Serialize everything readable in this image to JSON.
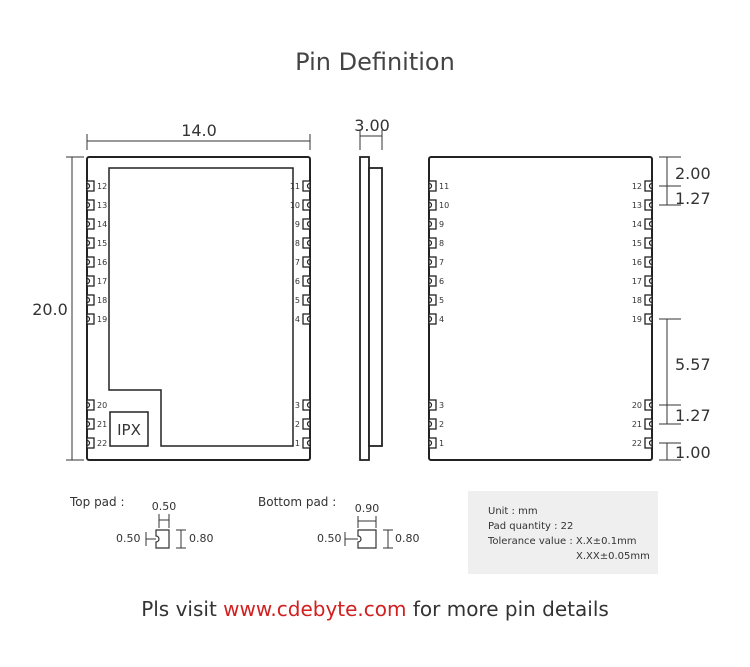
{
  "title": "Pin Definition",
  "dimensions": {
    "width": "14.0",
    "height": "20.0",
    "thickness": "3.00",
    "right_top_offset": "2.00",
    "right_pitch_top": "1.27",
    "right_gap": "5.57",
    "right_pitch_bottom": "1.27",
    "right_bottom_offset": "1.00"
  },
  "top_view": {
    "left_pins": [
      "12",
      "13",
      "14",
      "15",
      "16",
      "17",
      "18",
      "19"
    ],
    "left_bottom_pins": [
      "20",
      "21",
      "22"
    ],
    "right_pins": [
      "11",
      "10",
      "9",
      "8",
      "7",
      "6",
      "5",
      "4"
    ],
    "right_bottom_pins": [
      "3",
      "2",
      "1"
    ],
    "antenna_label": "IPX"
  },
  "bottom_view": {
    "left_pins": [
      "11",
      "10",
      "9",
      "8",
      "7",
      "6",
      "5",
      "4"
    ],
    "left_bottom_pins": [
      "3",
      "2",
      "1"
    ],
    "right_pins": [
      "12",
      "13",
      "14",
      "15",
      "16",
      "17",
      "18",
      "19"
    ],
    "right_bottom_pins": [
      "20",
      "21",
      "22"
    ]
  },
  "top_pad": {
    "label": "Top pad :",
    "width": "0.50",
    "left": "0.50",
    "length": "0.80"
  },
  "bottom_pad": {
    "label": "Bottom pad :",
    "width": "0.90",
    "left": "0.50",
    "length": "0.80"
  },
  "info": {
    "unit": "Unit : mm",
    "pad_quantity": "Pad quantity : 22",
    "tolerance_1": "Tolerance value : X.X±0.1mm",
    "tolerance_2": "X.XX±0.05mm"
  },
  "footer": {
    "prefix": "Pls visit ",
    "link": "www.cdebyte.com",
    "suffix": " for more pin details"
  }
}
